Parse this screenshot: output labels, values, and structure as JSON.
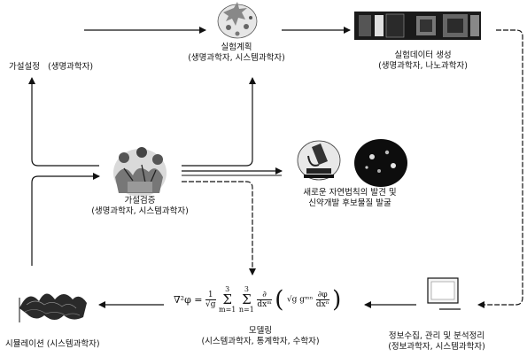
{
  "nodes": {
    "hypothesis": {
      "title": "가설설정",
      "sub": "(생명과학자)"
    },
    "plan": {
      "title": "실험계획",
      "sub": "(생명과학자, 시스템과학자)"
    },
    "data": {
      "title": "실험데이터 생성",
      "sub": "(생명과학자, 나노과학자)"
    },
    "verify": {
      "title": "가설검증",
      "sub": "(생명과학자, 시스템과학자)"
    },
    "discovery": {
      "line1": "새로운 자연법칙의 발견 및",
      "line2": "신약개발 후보물질 발굴"
    },
    "simulation": {
      "title": "시뮬레이션 (시스템과학자)"
    },
    "modeling": {
      "title": "모델링",
      "sub": "(시스템과학자, 통계학자, 수학자)"
    },
    "info": {
      "title": "정보수집, 관리 및 분석정리",
      "sub": "(정보과학자, 시스템과학자)"
    }
  },
  "formula": {
    "lhs": "∇²φ =",
    "frac1_num": "1",
    "frac1_den": "√g",
    "sum1_top": "3",
    "sum1_bot": "m=1",
    "sum2_top": "3",
    "sum2_bot": "n=1",
    "frac2_num": "∂",
    "frac2_den": "dxᵐ",
    "inner": "√g gᵐⁿ",
    "frac3_num": "∂φ",
    "frac3_den": "dxⁿ"
  },
  "icons": [
    "plant-figure-icon",
    "gel-image-icon",
    "people-group-icon",
    "microscope-icon",
    "cell-image-icon",
    "computer-monitor-icon",
    "simulation-surface-icon"
  ]
}
